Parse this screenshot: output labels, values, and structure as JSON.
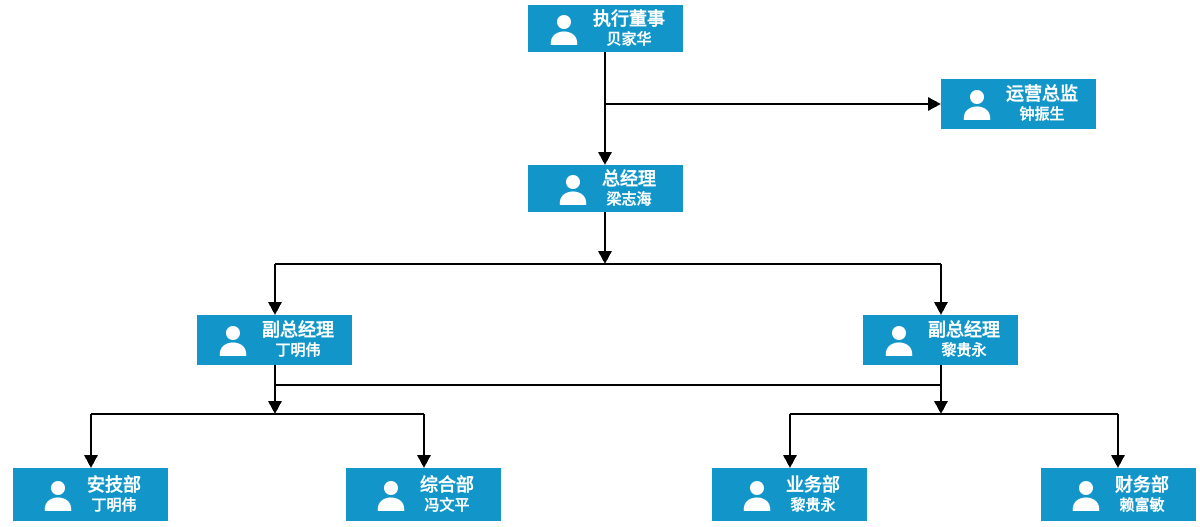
{
  "diagram": {
    "type": "org-chart",
    "colors": {
      "node_background": "#1296c9",
      "node_text": "#ffffff",
      "connector_line": "#000000",
      "page_background": "#ffffff"
    },
    "nodes": {
      "executive_director": {
        "title": "执行董事",
        "name": "贝家华"
      },
      "operations_director": {
        "title": "运营总监",
        "name": "钟振生"
      },
      "general_manager": {
        "title": "总经理",
        "name": "梁志海"
      },
      "deputy_gm_left": {
        "title": "副总经理",
        "name": "丁明伟"
      },
      "deputy_gm_right": {
        "title": "副总经理",
        "name": "黎贵永"
      },
      "dept_safety": {
        "title": "安技部",
        "name": "丁明伟"
      },
      "dept_general": {
        "title": "综合部",
        "name": "冯文平"
      },
      "dept_business": {
        "title": "业务部",
        "name": "黎贵永"
      },
      "dept_finance": {
        "title": "财务部",
        "name": "赖富敏"
      }
    },
    "edges": [
      {
        "from": "executive_director",
        "to": "operations_director"
      },
      {
        "from": "executive_director",
        "to": "general_manager"
      },
      {
        "from": "general_manager",
        "to": "deputy_gm_left"
      },
      {
        "from": "general_manager",
        "to": "deputy_gm_right"
      },
      {
        "from": "deputy_gm_left",
        "to": "dept_safety"
      },
      {
        "from": "deputy_gm_left",
        "to": "dept_general"
      },
      {
        "from": "deputy_gm_right",
        "to": "dept_business"
      },
      {
        "from": "deputy_gm_right",
        "to": "dept_finance"
      }
    ]
  }
}
